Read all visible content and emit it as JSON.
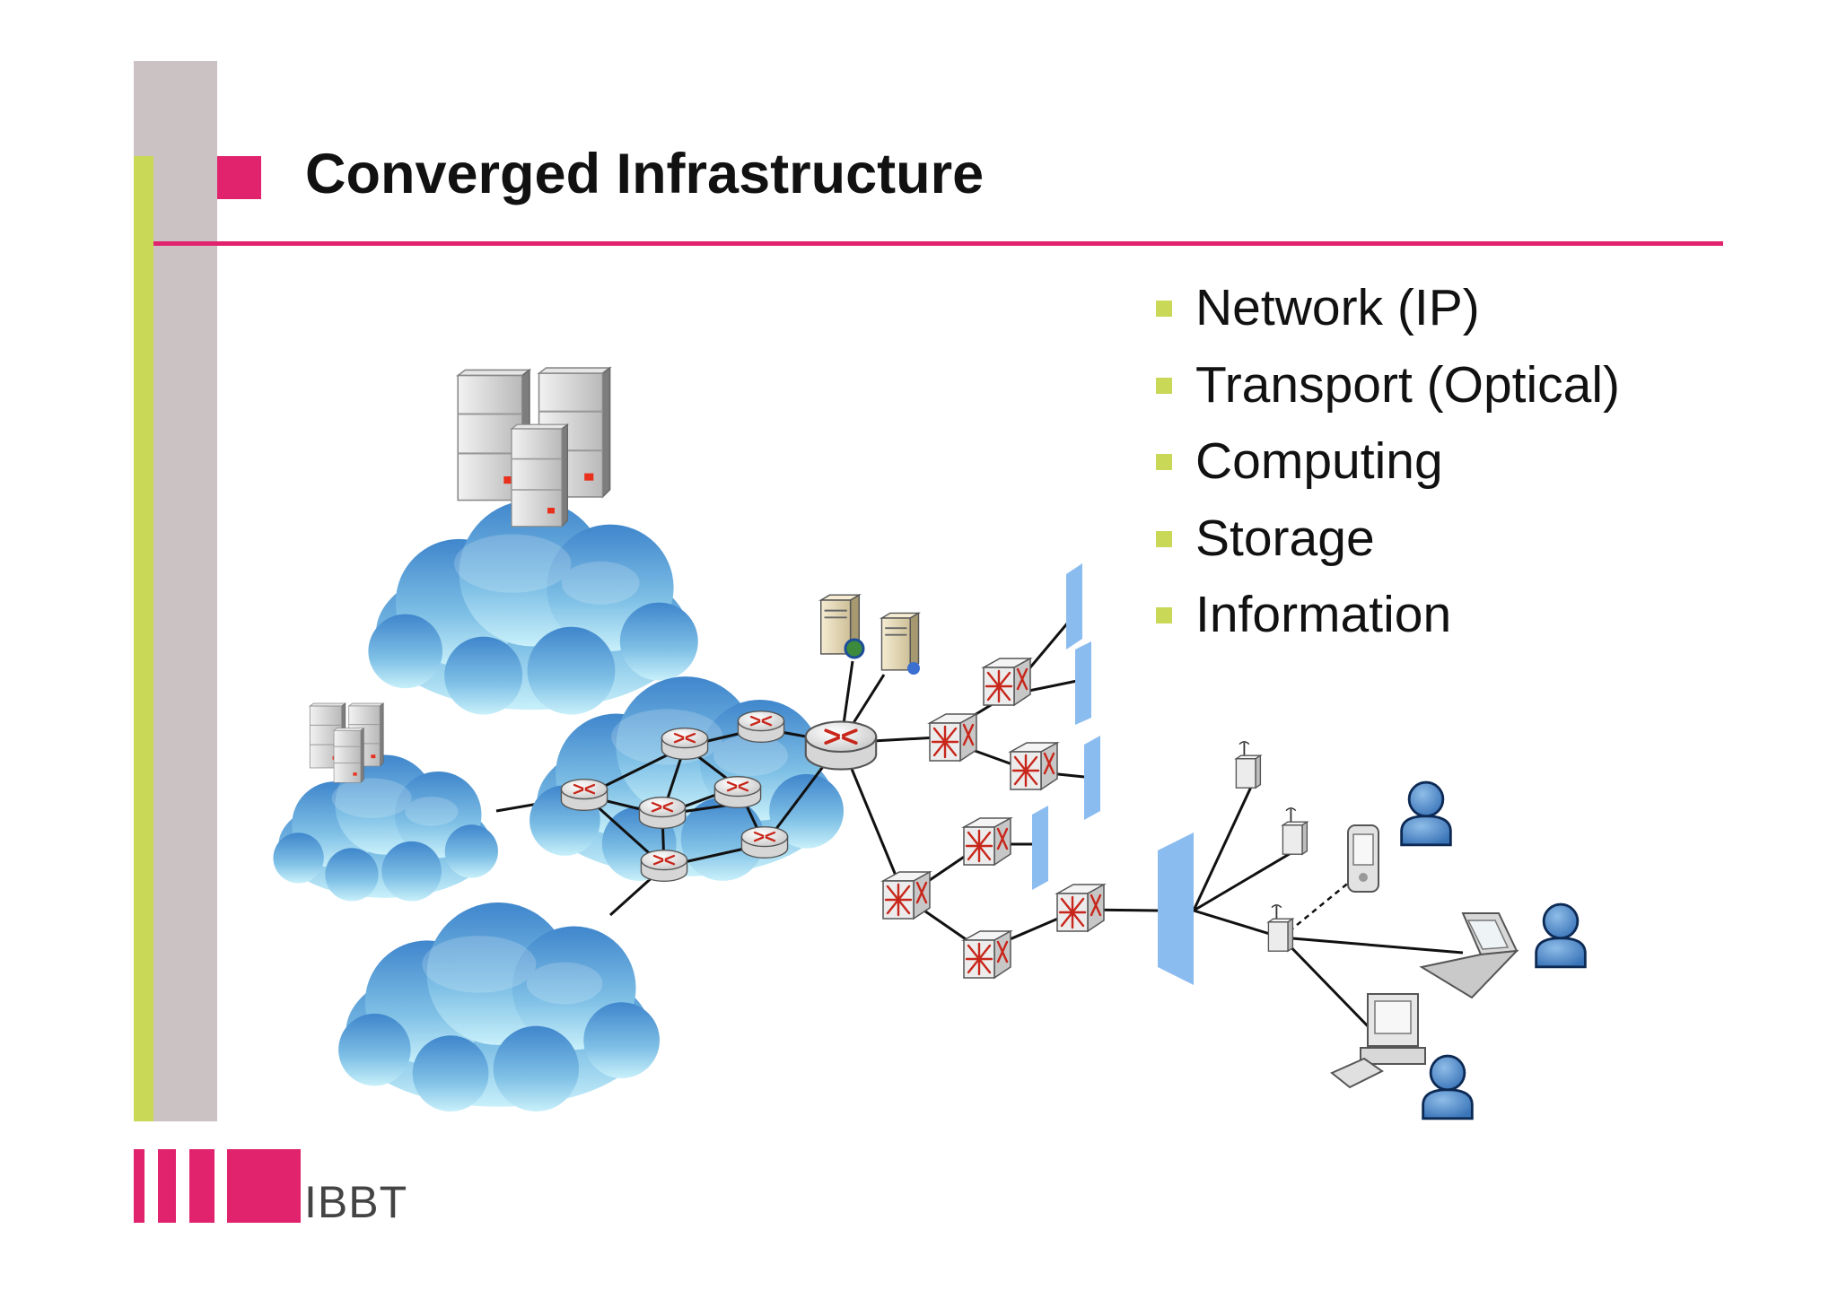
{
  "slide": {
    "title": "Converged Infrastructure",
    "bullets": [
      "Network (IP)",
      "Transport (Optical)",
      "Computing",
      "Storage",
      "Information"
    ]
  },
  "logo": {
    "text": "IBBT"
  },
  "colors": {
    "accent_pink": "#e0236c",
    "accent_green": "#c9d856",
    "band_gray": "#cbc3c3",
    "cloud_blue": "#5aa0d8",
    "person_blue": "#3e7cc4",
    "transport_blue": "#8bbcf0"
  },
  "icons": [
    "server-rack-icon",
    "cloud-icon",
    "router-icon",
    "optical-switch-icon",
    "web-server-icon",
    "access-point-icon",
    "pda-icon",
    "laptop-icon",
    "desktop-computer-icon",
    "user-icon"
  ]
}
